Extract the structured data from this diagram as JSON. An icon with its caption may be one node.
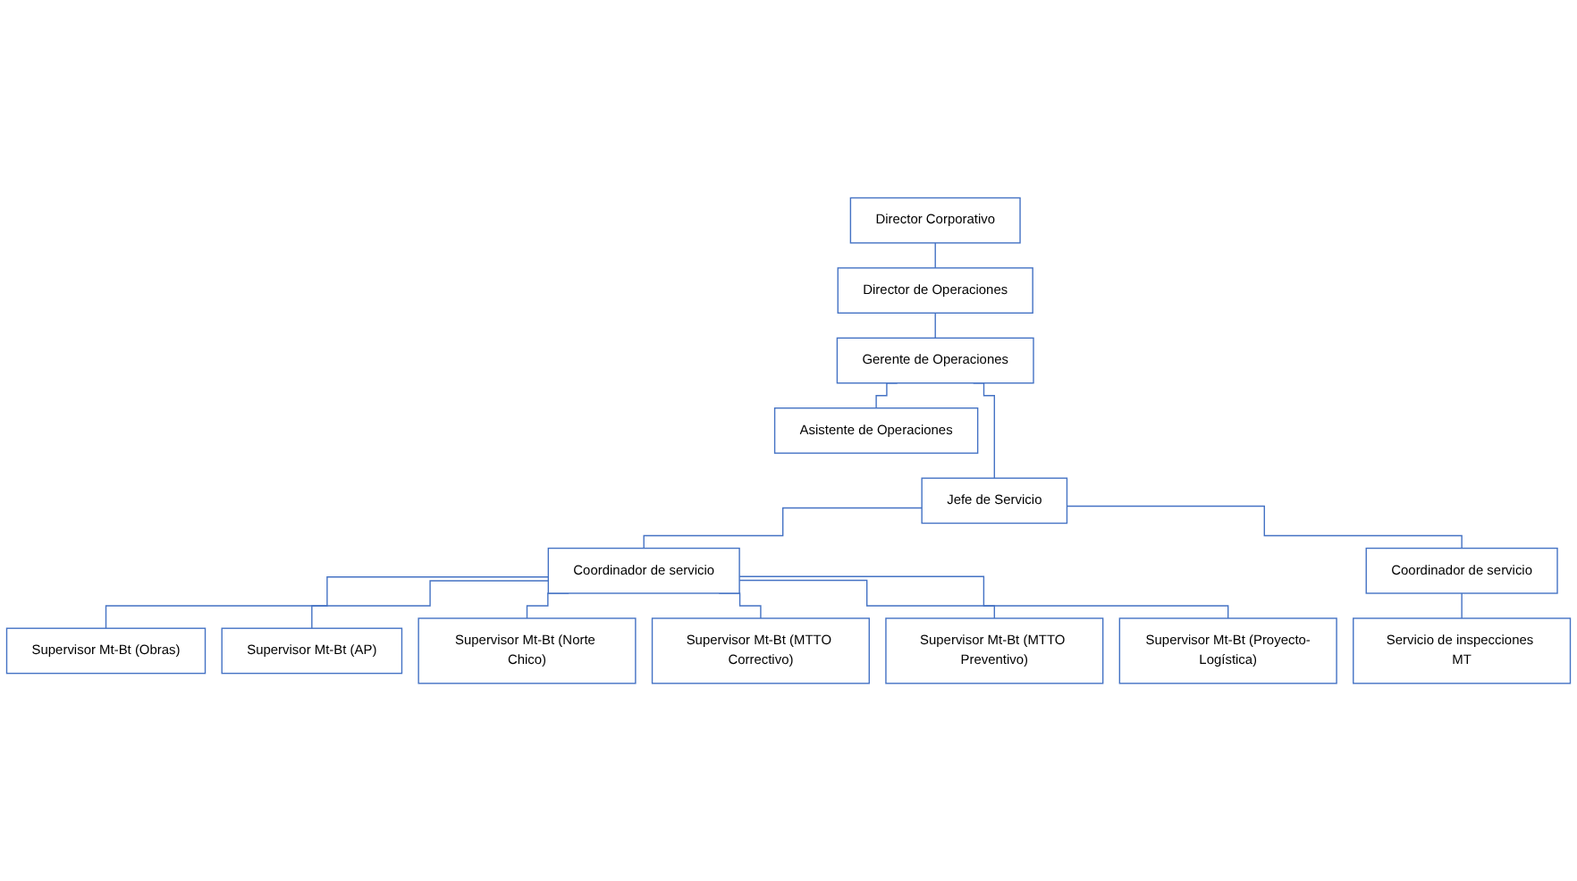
{
  "diagram": {
    "nodes": [
      {
        "text": [
          "Director Corporativo"
        ]
      },
      {
        "text": [
          "Director de Operaciones"
        ]
      },
      {
        "text": [
          "Gerente de Operaciones"
        ]
      },
      {
        "text": [
          "Asistente de Operaciones"
        ]
      },
      {
        "text": [
          "Jefe de Servicio"
        ]
      },
      {
        "text": [
          "Coordinador de servicio"
        ]
      },
      {
        "text": [
          "Coordinador de servicio"
        ]
      },
      {
        "text": [
          "Supervisor Mt-Bt (Obras)"
        ]
      },
      {
        "text": [
          "Supervisor Mt-Bt (AP)"
        ]
      },
      {
        "text": [
          "Supervisor Mt-Bt (Norte Chico)"
        ]
      },
      {
        "text": [
          "Supervisor Mt-Bt (MTTO Correctivo)"
        ]
      },
      {
        "text": [
          "Supervisor Mt-Bt (MTTO Preventivo)"
        ]
      },
      {
        "text": [
          "Supervisor Mt-Bt (Proyecto-Logística)"
        ]
      },
      {
        "text": [
          "Servicio de inspecciones MT"
        ]
      }
    ],
    "edges": [
      {
        "from": 0,
        "to": 1,
        "arrow": "none"
      },
      {
        "from": 1,
        "to": 2,
        "arrow": "none"
      },
      {
        "from": 2,
        "to": 3,
        "arrow": "none"
      },
      {
        "from": 2,
        "to": 4,
        "arrow": "none"
      },
      {
        "from": 4,
        "to": 5,
        "arrow": "none"
      },
      {
        "from": 4,
        "to": 6,
        "arrow": "none"
      },
      {
        "from": 5,
        "to": 7,
        "arrow": "none"
      },
      {
        "from": 5,
        "to": 8,
        "arrow": "none"
      },
      {
        "from": 5,
        "to": 9,
        "arrow": "none"
      },
      {
        "from": 5,
        "to": 10,
        "arrow": "none"
      },
      {
        "from": 5,
        "to": 11,
        "arrow": "none"
      },
      {
        "from": 5,
        "to": 12,
        "arrow": "none"
      },
      {
        "from": 6,
        "to": 13,
        "arrow": "none"
      }
    ]
  }
}
